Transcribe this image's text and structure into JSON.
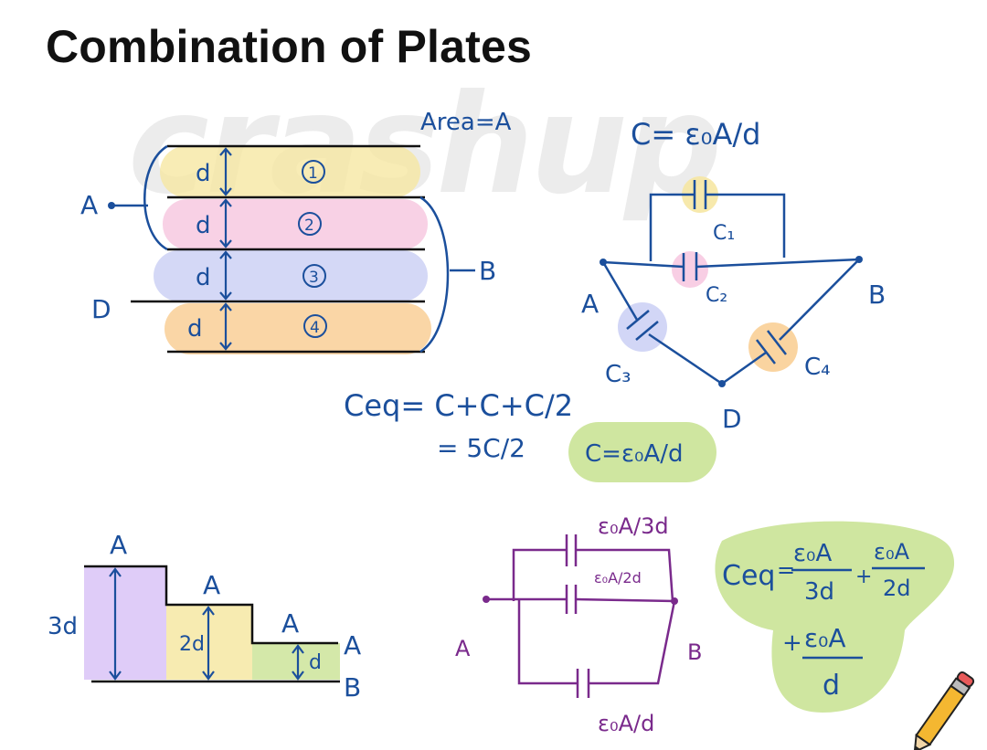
{
  "title": "Combination of Plates",
  "watermark": "crashup",
  "colors": {
    "ink": "#1b4f9c",
    "purple": "#7a2a8c",
    "yellow": "#f6e7a3",
    "pink": "#f7c9e1",
    "lavender": "#cdd1f5",
    "orange": "#f9cf96",
    "violet": "#dcc7f7",
    "green": "#cfe6a0"
  },
  "plates": {
    "area_label": "Area=A",
    "gap_label": "d",
    "regions": [
      "1",
      "2",
      "3",
      "4"
    ],
    "terminal_a": "A",
    "terminal_b": "B",
    "terminal_d": "D"
  },
  "bridge": {
    "formula": "C= ε₀A/d",
    "caps": [
      "C₁",
      "C₂",
      "C₃",
      "C₄"
    ],
    "nodes": [
      "A",
      "B",
      "D"
    ]
  },
  "ceq1": {
    "line1": "Ceq= C+C+C/2",
    "line2": "= 5C/2",
    "boxed": "C=ε₀A/d"
  },
  "steps": {
    "labels_top": [
      "A",
      "A",
      "A"
    ],
    "heights": [
      "3d",
      "2d",
      "d"
    ],
    "right_a": "A",
    "right_b": "B"
  },
  "parallel": {
    "caps": [
      "ε₀A/3d",
      "ε₀A/2d",
      "ε₀A/d"
    ],
    "node_a": "A",
    "node_b": "B"
  },
  "ceq2": {
    "lhs": "Ceq",
    "terms": [
      {
        "num": "ε₀A",
        "den": "3d"
      },
      {
        "num": "ε₀A",
        "den": "2d"
      },
      {
        "num": "ε₀A",
        "den": "d"
      }
    ]
  }
}
